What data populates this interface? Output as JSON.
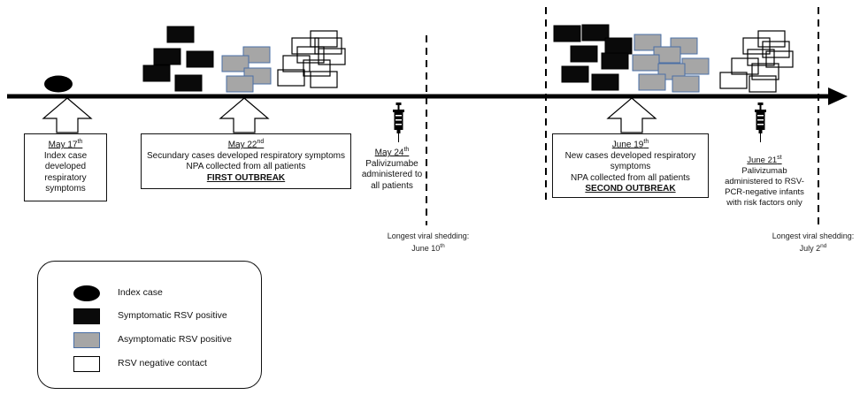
{
  "events": [
    {
      "date_prefix": "May 17",
      "date_sup": "th",
      "lines": [
        "Index case",
        "developed",
        "respiratory",
        "symptoms"
      ]
    },
    {
      "date_prefix": "May 22",
      "date_sup": "nd",
      "lines": [
        "Secundary cases developed respiratory symptoms",
        "NPA collected from all patients"
      ],
      "highlight": "FIRST OUTBREAK"
    },
    {
      "date_prefix": "May 24",
      "date_sup": "th",
      "lines": [
        "Palivizumabe",
        "administered to",
        "all patients"
      ]
    },
    {
      "date_prefix": "June 19",
      "date_sup": "th",
      "lines": [
        "New cases developed respiratory",
        "symptoms",
        "NPA collected from all patients"
      ],
      "highlight": "SECOND OUTBREAK"
    },
    {
      "date_prefix": "June 21",
      "date_sup": "st",
      "lines": [
        "Palivizumab",
        "administered to RSV-",
        "PCR-negative infants",
        "with risk factors only"
      ]
    }
  ],
  "shedding": [
    {
      "label": "Longest viral shedding:",
      "date_prefix": "June 10",
      "date_sup": "th"
    },
    {
      "label": "Longest viral shedding:",
      "date_prefix": "July 2",
      "date_sup": "nd"
    }
  ],
  "legend": {
    "items": [
      {
        "label": "Index case",
        "symbol": "black-ellipse"
      },
      {
        "label": "Symptomatic RSV positive",
        "symbol": "black-rect"
      },
      {
        "label": "Asymptomatic RSV positive",
        "symbol": "gray-rect"
      },
      {
        "label": "RSV negative contact",
        "symbol": "white-rect"
      }
    ]
  },
  "colors": {
    "symptomatic": "#0a0a0a",
    "asymptomatic": "#a6a6a6",
    "asymptomatic_border": "#4a6fa5",
    "negative": "#ffffff",
    "line": "#000000"
  }
}
